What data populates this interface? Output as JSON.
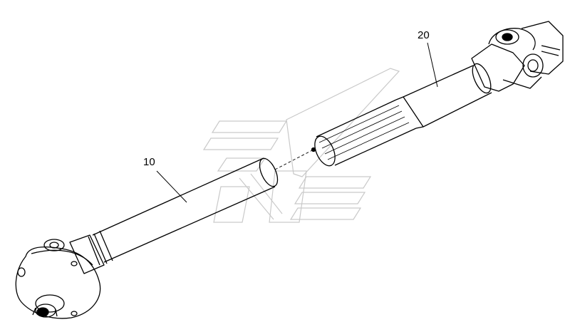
{
  "diagram": {
    "callouts": [
      {
        "id": "10",
        "label": "10"
      },
      {
        "id": "20",
        "label": "20"
      }
    ],
    "line_color": "#000000",
    "watermark_color": "#c9c9c9"
  }
}
